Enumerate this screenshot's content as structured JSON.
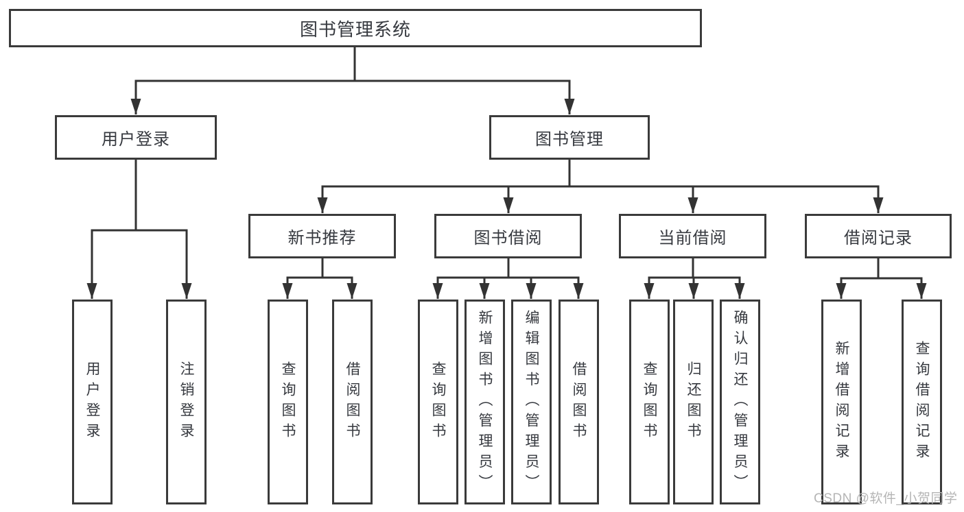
{
  "diagram": {
    "root": {
      "label": "图书管理系统"
    },
    "level2": {
      "user_login": {
        "label": "用户登录"
      },
      "book_management": {
        "label": "图书管理"
      }
    },
    "level3": {
      "new_book_recommend": {
        "label": "新书推荐"
      },
      "book_borrow": {
        "label": "图书借阅"
      },
      "current_borrow": {
        "label": "当前借阅"
      },
      "borrow_record": {
        "label": "借阅记录"
      }
    },
    "leaves": {
      "user_login": {
        "label": "用户登录"
      },
      "logout": {
        "label": "注销登录"
      },
      "recommend_query_books": {
        "label": "查询图书"
      },
      "recommend_borrow_books": {
        "label": "借阅图书"
      },
      "borrow_query_books": {
        "label": "查询图书"
      },
      "borrow_add_books_admin": {
        "label": "新增图书（管理员）"
      },
      "borrow_edit_books_admin": {
        "label": "编辑图书（管理员）"
      },
      "borrow_borrow_books": {
        "label": "借阅图书"
      },
      "current_query_books": {
        "label": "查询图书"
      },
      "current_return_books": {
        "label": "归还图书"
      },
      "current_confirm_return_admin": {
        "label": "确认归还（管理员）"
      },
      "record_add_borrow_record": {
        "label": "新增借阅记录"
      },
      "record_query_borrow_record": {
        "label": "查询借阅记录"
      }
    },
    "colors": {
      "line": "#333333",
      "box_border": "#3a3a3a",
      "text": "#36393f",
      "background": "#ffffff"
    }
  },
  "watermark": {
    "text": "CSDN @软件_小贺同学",
    "color": "#b5b5b5"
  }
}
